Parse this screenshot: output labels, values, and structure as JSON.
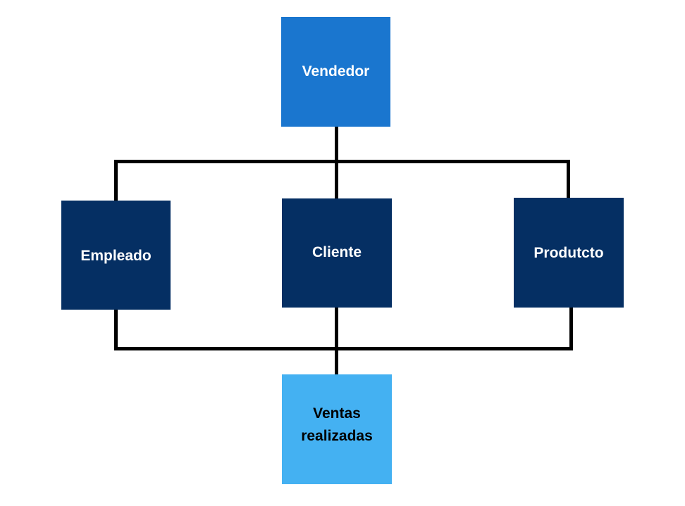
{
  "colors": {
    "top_node": "#1a76cf",
    "middle_nodes": "#052f63",
    "bottom_node": "#44b1f2",
    "connectors": "#000000"
  },
  "nodes": {
    "vendedor": "Vendedor",
    "empleado": "Empleado",
    "cliente": "Cliente",
    "producto": "Produtcto",
    "ventas_line1": "Ventas",
    "ventas_line2": "realizadas"
  }
}
